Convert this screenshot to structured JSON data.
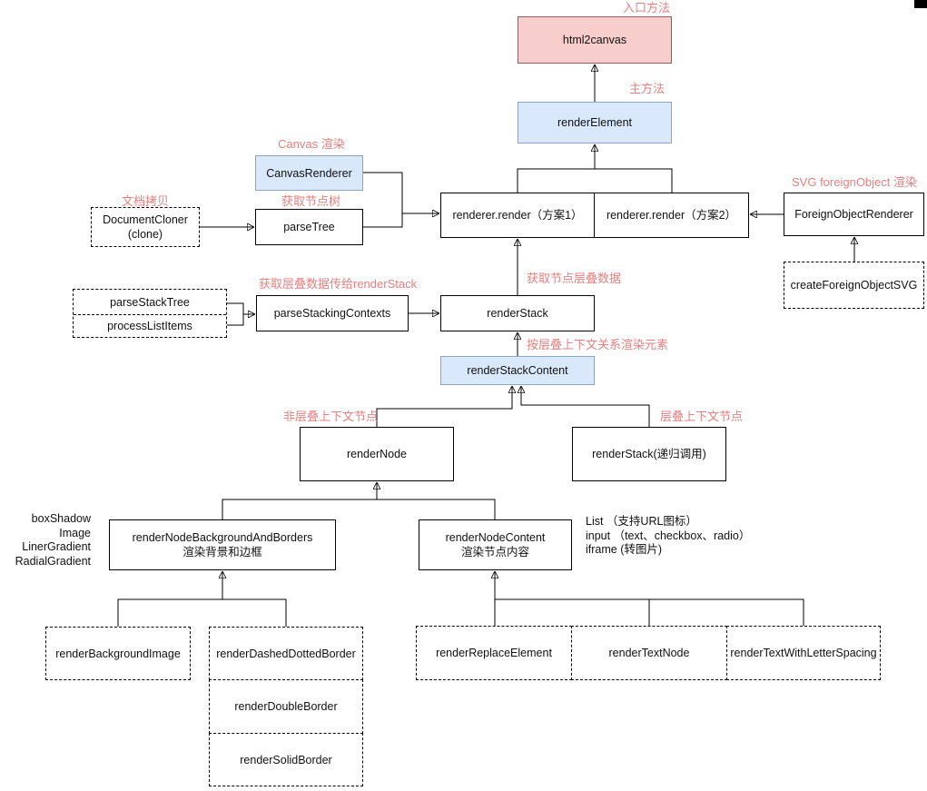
{
  "nodes": {
    "html2canvas": "html2canvas",
    "render_element": "renderElement",
    "renderer_render_1": "renderer.render（方案1）",
    "renderer_render_2": "renderer.render（方案2）",
    "canvas_renderer": "CanvasRenderer",
    "parse_tree": "parseTree",
    "document_cloner": {
      "line1": "DocumentCloner",
      "line2": "(clone)"
    },
    "foreign_object_renderer": "ForeignObjectRenderer",
    "create_foreign_object_svg": "createForeignObjectSVG",
    "parse_stack_tree": "parseStackTree",
    "process_list_items": "processListItems",
    "parse_stacking_contexts": "parseStackingContexts",
    "render_stack": "renderStack",
    "render_stack_content": "renderStackContent",
    "render_node": "renderNode",
    "render_stack_recursive": "renderStack(递归调用)",
    "render_node_background_and_borders": {
      "line1": "renderNodeBackgroundAndBorders",
      "line2": "渲染背景和边框"
    },
    "render_node_content": {
      "line1": "renderNodeContent",
      "line2": "渲染节点内容"
    },
    "render_background_image": "renderBackgroundImage",
    "render_dashed_dotted_border": "renderDashedDottedBorder",
    "render_double_border": "renderDoubleBorder",
    "render_solid_border": "renderSolidBorder",
    "render_replace_element": "renderReplaceElement",
    "render_text_node": "renderTextNode",
    "render_text_with_letter_spacing": "renderTextWithLetterSpacing"
  },
  "annotations": {
    "entry_method": "入口方法",
    "main_method": "主方法",
    "canvas_render": "Canvas 渲染",
    "get_node_tree": "获取节点树",
    "document_copy": "文档拷贝",
    "svg_foreign_object_render": "SVG foreignObject 渲染",
    "pass_stacking_data_to_render_stack": "获取层叠数据传给renderStack",
    "get_node_stacking_data": "获取节点层叠数据",
    "render_by_stacking_context": "按层叠上下文关系渲染元素",
    "non_stacking_context_node": "非层叠上下文节点",
    "stacking_context_node": "层叠上下文节点"
  },
  "notes": {
    "background_capabilities": [
      "boxShadow",
      "Image",
      "LinerGradient",
      "RadialGradient"
    ],
    "content_capabilities": [
      "List （支持URL图标）",
      "input （text、checkbox、radio）",
      "iframe (转图片)"
    ]
  },
  "colors": {
    "entry_fill": "#f8cecc",
    "entry_border": "#8a5f5f",
    "highlight_fill": "#dae8fc",
    "highlight_border": "#8ea4c0",
    "annotation_text": "#e8807f",
    "line": "#000000"
  }
}
